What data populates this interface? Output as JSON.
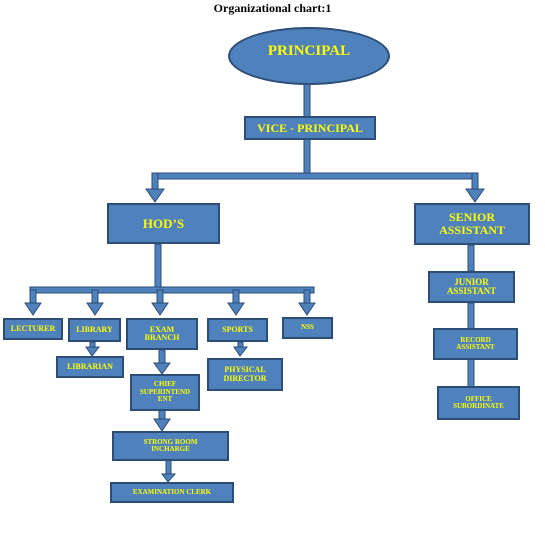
{
  "title": "Organizational chart:1",
  "nodes": {
    "principal": "PRINCIPAL",
    "vice_principal": "VICE - PRINCIPAL",
    "hods": "HOD’S",
    "senior_assistant": "SENIOR ASSISTANT",
    "junior_assistant": "JUNIOR ASSISTANT",
    "record_assistant": "RECORD ASSISTANT",
    "office_subordinate": "OFFICE SUBORDINATE",
    "lecturer": "LECTURER",
    "library": "LIBRARY",
    "librarian": "LIBRARIAN",
    "exam_branch": "EXAM BRANCH",
    "chief_superintendent": "CHIEF SUPERINTEND ENT",
    "strong_room_incharge": "STRONG ROOM INCHARGE",
    "examination_clerk": "EXAMINATION CLERK",
    "sports": "SPORTS",
    "physical_director": "PHYSICAL DIRECTOR",
    "nss": "NSS"
  },
  "colors": {
    "box_fill": "#4f81bd",
    "box_border": "#2c4d75",
    "text": "#ffff00",
    "connector": "#4f81bd"
  }
}
